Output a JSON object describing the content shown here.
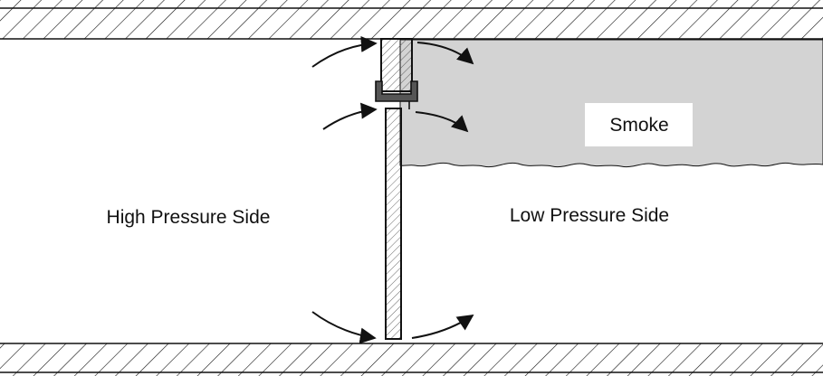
{
  "labels": {
    "high_pressure": "High Pressure Side",
    "low_pressure": "Low Pressure Side",
    "smoke": "Smoke"
  },
  "colors": {
    "smoke_fill": "#d3d3d3",
    "line": "#111111",
    "background": "#ffffff",
    "seal": "#555555"
  }
}
